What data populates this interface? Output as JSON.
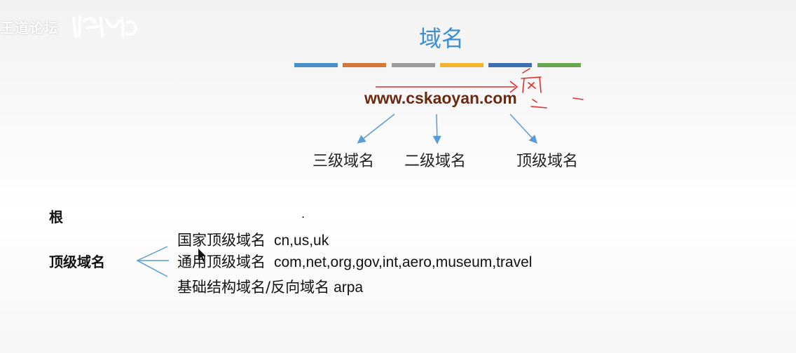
{
  "watermark": {
    "text": "王道论坛"
  },
  "header": {
    "title": "域名"
  },
  "color_bars": [
    "#4a90c8",
    "#d7773a",
    "#9b9b9b",
    "#f0b52b",
    "#3e6fb5",
    "#6aa84f"
  ],
  "domain_example": {
    "url": "www.cskaoyan.com"
  },
  "levels": [
    {
      "label": "三级域名"
    },
    {
      "label": "二级域名"
    },
    {
      "label": "顶级域名"
    }
  ],
  "root": {
    "label": "根",
    "value": "."
  },
  "tld": {
    "label": "顶级域名",
    "rows": [
      {
        "type": "国家顶级域名",
        "examples": "cn,us,uk"
      },
      {
        "type": "通用顶级域名",
        "examples": "com,net,org,gov,int,aero,museum,travel"
      },
      {
        "type": "基础结构域名/反向域名",
        "examples": "arpa"
      }
    ]
  },
  "colors": {
    "title_blue": "#3d8fd0",
    "url_brown": "#6b2a10",
    "arrow_blue": "#5b9bd5",
    "annotation_red": "#e03030"
  }
}
